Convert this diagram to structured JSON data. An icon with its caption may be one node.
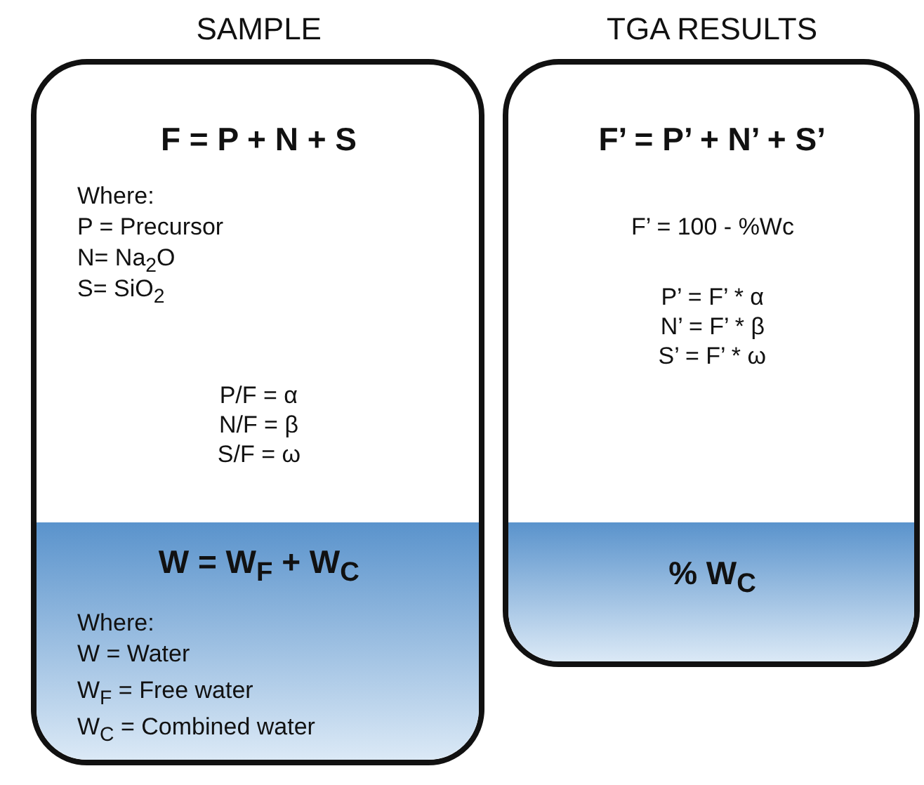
{
  "diagram": {
    "nodes": [
      {
        "text": [
          "SAMPLE",
          "F = P + N + S",
          "Where:",
          "P = Precursor",
          "N= Na$_{2}$O",
          "S= SiO$_{2}$",
          "P/F = α",
          "N/F = β",
          "S/F = ω"
        ]
      },
      {
        "text": [
          "W = W$_{F}$ + W$_{C}$",
          "Where:",
          "W = Water",
          "W$_{F}$ = Free water",
          "W$_{C}$ = Combined water"
        ],
        "in": 0
      },
      {
        "text": [
          "TGA RESULTS",
          "F’ = P’ + N’ + S’",
          "F’ = 100 - %Wc",
          "P’ = F’ * α",
          "N’ = F’ * β",
          "S’ = F’ * ω"
        ]
      },
      {
        "text": [
          "% W$_{C}$"
        ],
        "in": 2
      }
    ]
  }
}
